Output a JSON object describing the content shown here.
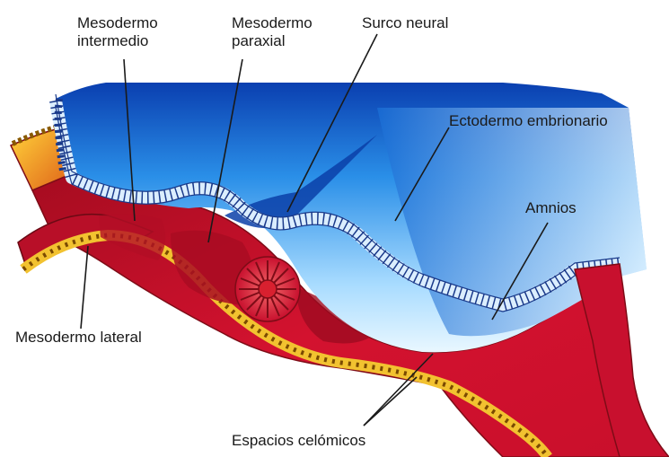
{
  "diagram": {
    "labels": {
      "mesodermo_intermedio": [
        "Mesodermo",
        "intermedio"
      ],
      "mesodermo_paraxial": [
        "Mesodermo",
        "paraxial"
      ],
      "surco_neural": "Surco neural",
      "ectodermo_embrionario": "Ectodermo embrionario",
      "amnios": "Amnios",
      "mesodermo_lateral": "Mesodermo lateral",
      "espacios_celomicos": "Espacios celómicos"
    },
    "colors": {
      "ectoderm_light": "#e8f6ff",
      "ectoderm_blue": "#2f8fe0",
      "ectoderm_deep": "#0b3fa8",
      "mesoderm_red": "#c8102e",
      "mesoderm_dark": "#7e0c17",
      "mesoderm_light": "#e85a6a",
      "endoderm_yellow": "#f2c230",
      "cell_outline": "#1a3a8a"
    }
  }
}
